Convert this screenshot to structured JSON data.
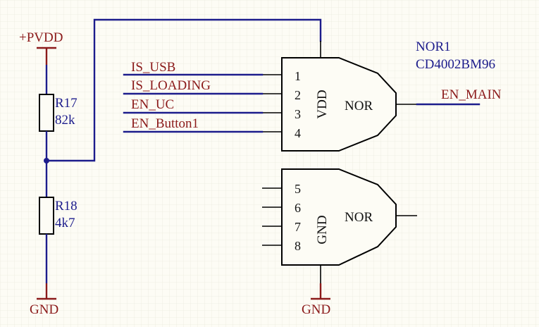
{
  "power": {
    "supply": "+PVDD",
    "ground_left": "GND",
    "ground_gate": "GND"
  },
  "resistors": [
    {
      "ref": "R17",
      "value": "82k"
    },
    {
      "ref": "R18",
      "value": "4k7"
    }
  ],
  "component": {
    "designator": "NOR1",
    "part": "CD4002BM96"
  },
  "gate_a": {
    "function": "NOR",
    "power_pin_label": "VDD",
    "pins": [
      "1",
      "2",
      "3",
      "4"
    ],
    "inputs": [
      "IS_USB",
      "IS_LOADING",
      "EN_UC",
      "EN_Button1"
    ],
    "output_net": "EN_MAIN"
  },
  "gate_b": {
    "function": "NOR",
    "power_pin_label": "GND",
    "pins": [
      "5",
      "6",
      "7",
      "8"
    ]
  }
}
